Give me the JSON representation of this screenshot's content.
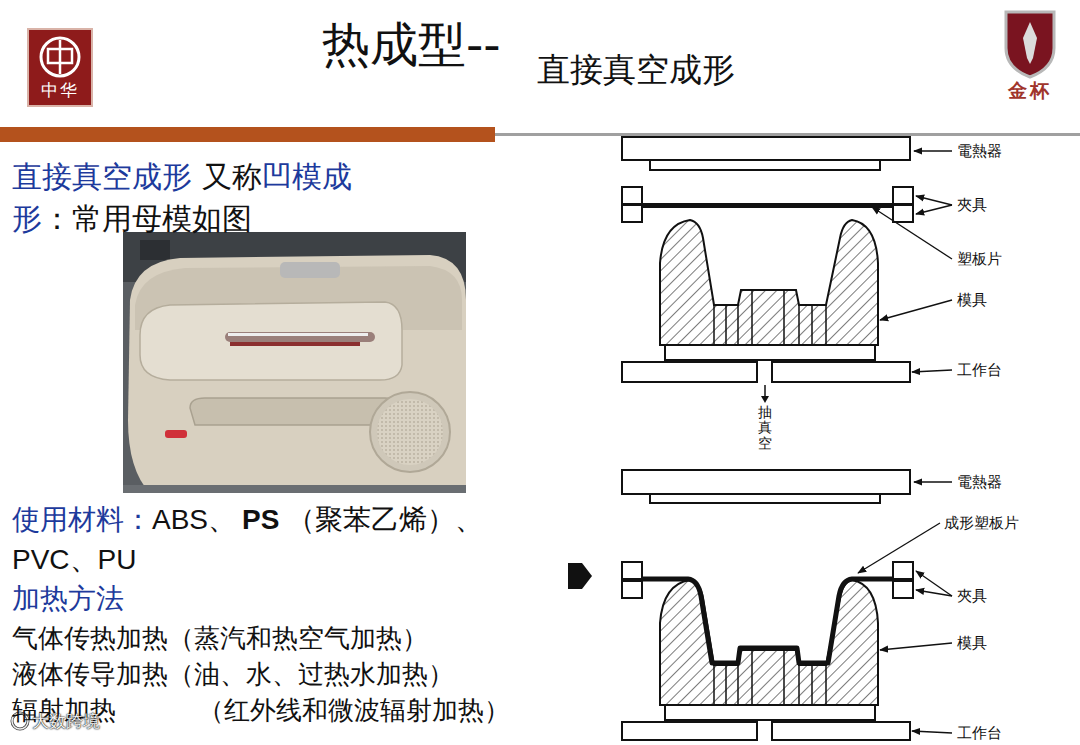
{
  "diagram": {
    "title": "热成型--",
    "nodes": [
      {
        "text": [
          "中华"
        ]
      },
      {
        "text": [
          "金杯"
        ]
      }
    ],
    "labels": [
      "直接真空成形",
      "直接真空成形",
      "又称",
      "凹模成形",
      "：常用母模如图",
      "使用材料：",
      "ABS、",
      "PS",
      "（聚苯乙烯）、",
      "PVC、PU",
      "加热方法",
      "气体传热加热（蒸汽和热空气加热）",
      "液体传导加热（油、水、过热水加热）",
      "辐射加热",
      "（红外线和微波辐射加热）",
      "電熱器",
      "夾具",
      "塑板片",
      "模具",
      "工作台",
      "抽真空",
      "電熱器",
      "成形塑板片",
      "夾具",
      "模具",
      "工作台",
      "大数跨境"
    ]
  }
}
